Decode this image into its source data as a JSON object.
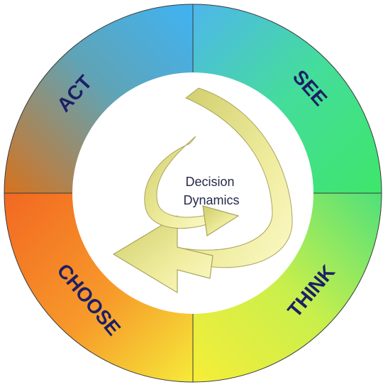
{
  "diagram": {
    "center_text": {
      "line1": "Decision",
      "line2": "Dynamics"
    },
    "quadrants": [
      {
        "key": "see",
        "label": "SEE"
      },
      {
        "key": "think",
        "label": "THINK"
      },
      {
        "key": "choose",
        "label": "CHOOSE"
      },
      {
        "key": "act",
        "label": "ACT"
      }
    ],
    "colors": {
      "label": "#1c1f66",
      "divider": "#3a3a3a",
      "spiral_fill": "#e6e49a",
      "spiral_shadow": "#b8b66a",
      "see": "#3ee079",
      "think": "#f2ee3a",
      "choose": "#f36f1f",
      "act": "#46aef2"
    }
  }
}
